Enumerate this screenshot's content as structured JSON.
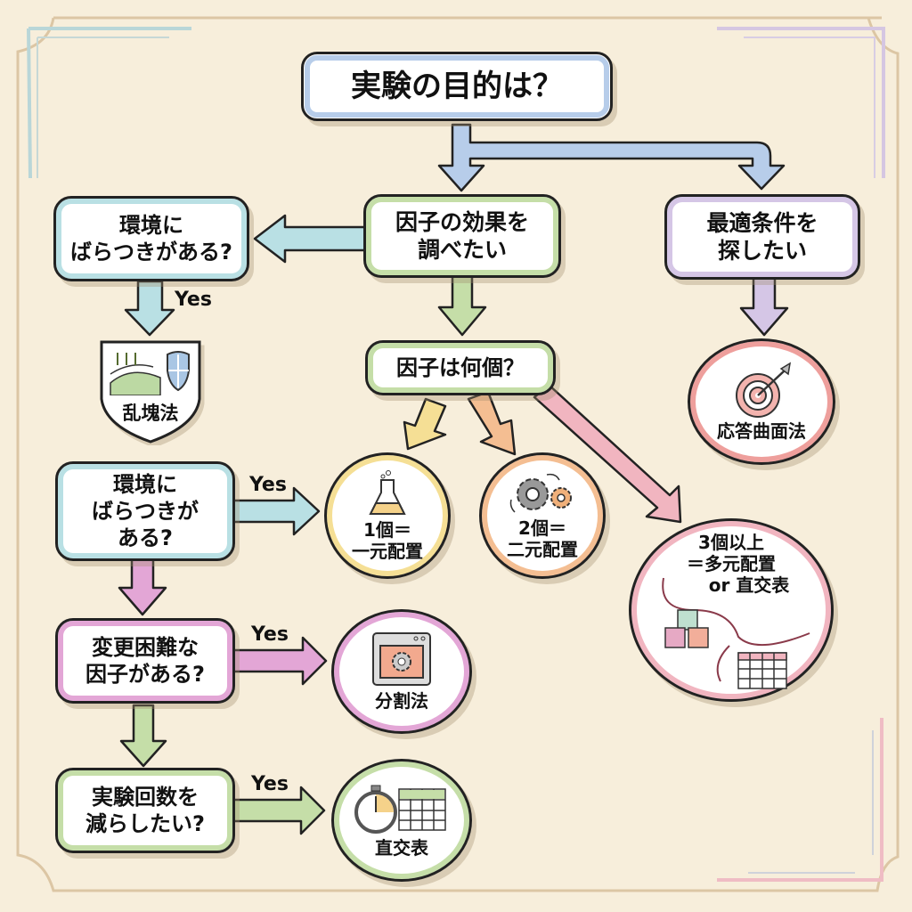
{
  "title": "実験の目的は？",
  "colors": {
    "background": "#f7eedb",
    "blue": "#b7cdea",
    "teal": "#b9e0e4",
    "green": "#c5dea8",
    "purple": "#d5c6e6",
    "yellow": "#f5df95",
    "orange": "#f4be92",
    "pink": "#f1b5c0",
    "magenta": "#e3a6d6",
    "red": "#ee9f9c"
  },
  "nodes": {
    "factor_effect": {
      "lines": [
        "因子の効果を",
        "調べたい"
      ]
    },
    "optimal": {
      "lines": [
        "最適条件を",
        "探したい"
      ]
    },
    "env_var_1": {
      "lines": [
        "環境に",
        "ばらつきがある?"
      ]
    },
    "factor_count": {
      "lines": [
        "因子は何個？"
      ]
    },
    "env_var_2": {
      "lines": [
        "環境に",
        "ばらつきが",
        "ある?"
      ]
    },
    "hard_change": {
      "lines": [
        "変更困難な",
        "因子がある?"
      ]
    },
    "reduce_runs": {
      "lines": [
        "実験回数を",
        "減らしたい?"
      ]
    }
  },
  "results": {
    "randomized_block": {
      "label": "乱塊法",
      "icon": "field-shield-icon"
    },
    "response_surface": {
      "label": "応答曲面法",
      "icon": "target-arrow-icon"
    },
    "one_way": {
      "lines": [
        "1個＝",
        "一元配置"
      ],
      "icon": "flask-icon"
    },
    "two_way": {
      "lines": [
        "2個＝",
        "二元配置"
      ],
      "icon": "gears-icon"
    },
    "multi_way": {
      "lines": [
        "3個以上",
        "＝多元配置",
        "or 直交表"
      ],
      "icon": "cubes-table-icon"
    },
    "split_plot": {
      "label": "分割法",
      "icon": "oven-gear-icon"
    },
    "orthogonal": {
      "label": "直交表",
      "icon": "stopwatch-table-icon"
    }
  },
  "edge_labels": {
    "yes": "Yes"
  }
}
